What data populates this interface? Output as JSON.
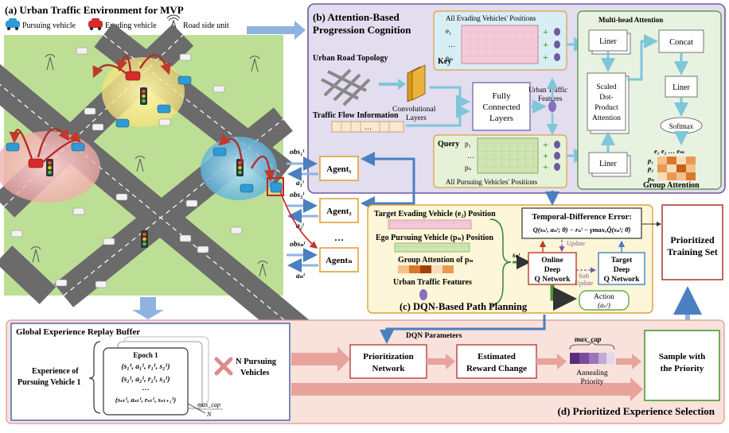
{
  "panel_a": {
    "title": "(a) Urban Traffic Environment for MVP",
    "legend": {
      "pursuing": "Pursuing vehicle",
      "evading": "Evading vehicle",
      "rsu": "Road side unit"
    }
  },
  "panel_b": {
    "title_line1": "(b) Attention-Based",
    "title_line2": "Progression Cognition",
    "urban_road_topology": "Urban Road Topology",
    "conv_line1": "Convolutional",
    "conv_line2": "Layers",
    "traffic_flow_info": "Traffic Flow Information",
    "fc_line1": "Fully",
    "fc_line2": "Connected",
    "fc_line3": "Layers",
    "urban_features_line1": "Urban Traffic",
    "urban_features_line2": "Features",
    "evading_positions": "All Evading Vehicles' Positions",
    "key": "Key",
    "e1": "e₁",
    "eM": "eₘ",
    "query": "Query",
    "p1": "p₁",
    "pN": "pₙ",
    "pursuing_positions": "All Pursuing Vehicles' Positions",
    "mha_title": "Multi-head Attention",
    "liner": "Liner",
    "concat": "Concat",
    "sdpa_line1": "Scaled",
    "sdpa_line2": "Dot-",
    "sdpa_line3": "Product",
    "sdpa_line4": "Attention",
    "softmax": "Softmax",
    "group_attention": "Group Attention",
    "ga_cols": "e₁ e₂ … eₘ",
    "ga_p1": "p₁",
    "ga_p2": "p₂",
    "ga_pN": "pₙ",
    "dots": "…"
  },
  "agents": {
    "a1": "Agent₁",
    "a2": "Agent₂",
    "aN": "Agentₙ",
    "ellipsis": "…",
    "obs1": "obs₁ᵗ",
    "act1": "a₁ᵗ",
    "obs2": "obs₂ᵗ",
    "act2": "a₂ᵗ",
    "obsN": "obsₙᵗ",
    "actN": "aₙᵗ"
  },
  "panel_c": {
    "title": "(c) DQN-Based Path Planning",
    "target_evading": "Target Evading Vehicle (e₂) Position",
    "ego_pursuing": "Ego Pursuing Vehicle (pₙ) Position",
    "group_attention_of": "Group Attention of  pₙ",
    "urban_traffic_features": "Urban Traffic Features",
    "state": "sₙᵗ",
    "td_error_title": "Temporal-Difference Error:",
    "td_formula": "Q(sₙᵗ, aₙᵗ; θ) − rₙᵗ − γmaxₐQ̂(sₙᵗ; θ̂)",
    "update": "Update",
    "online_line1": "Online",
    "online_line2": "Deep",
    "online_line3": "Q Network",
    "soft_line1": "Soft",
    "soft_line2": "Update",
    "target_line1": "Target",
    "target_line2": "Deep",
    "target_line3": "Q Network",
    "action_line1": "Action",
    "action_line2": "(aₙᵗ)"
  },
  "prioritized_training_set": {
    "line1": "Prioritized",
    "line2": "Training Set"
  },
  "panel_d": {
    "title": "(d) Prioritized Experience Selection",
    "buffer_title": "Global Experience Replay Buffer",
    "exp_line1": "Experience of",
    "exp_line2": "Pursuing Vehicle 1",
    "epoch": "Epoch 1",
    "row1": "(s₁¹, a₁¹, r₁¹, s₂¹)",
    "row2": "(s₂¹, a₂¹, r₂¹, s₃¹)",
    "row3": "(sₛₜ¹, aₛₜ¹, rₛₜ¹, sₛₜ₊₁¹)",
    "row_dots": "…",
    "max_cap_n_top": "max_cap",
    "max_cap_n_bot": "N",
    "n_pursuing_line1": "N Pursuing",
    "n_pursuing_line2": "Vehicles",
    "dqn_parameters": "DQN Parameters",
    "prioritization_line1": "Prioritization",
    "prioritization_line2": "Network",
    "estimated_line1": "Estimated",
    "estimated_line2": "Reward Change",
    "max_cap": "max_cap",
    "annealing_line1": "Annealing",
    "annealing_line2": "Priority",
    "sample_line1": "Sample with",
    "sample_line2": "the Priority"
  }
}
